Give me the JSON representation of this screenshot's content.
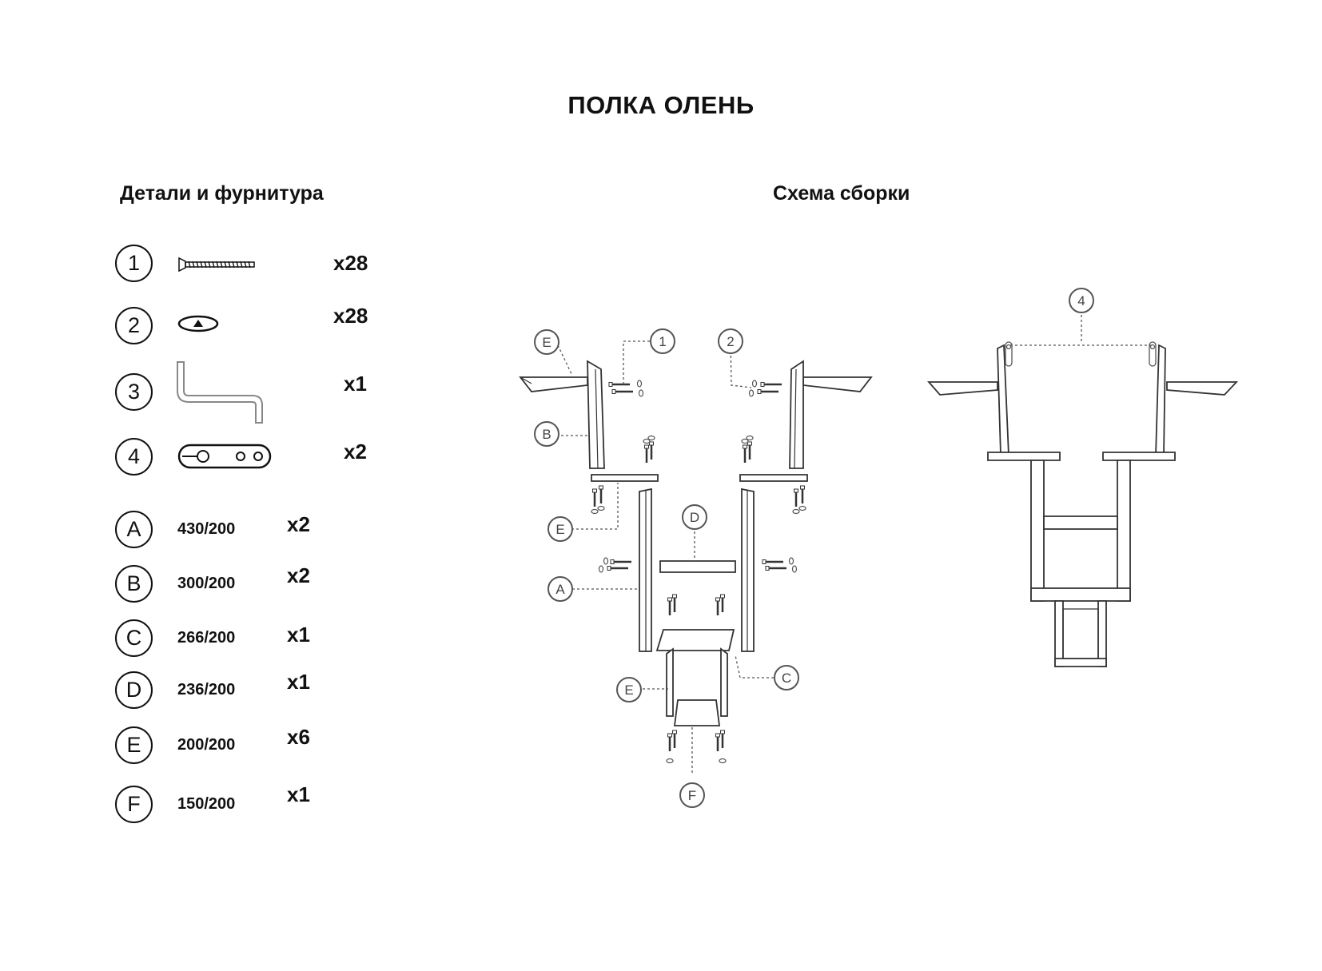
{
  "title": "ПОЛКА ОЛЕНЬ",
  "parts_title": "Детали и фурнитура",
  "scheme_title": "Схема сборки",
  "hardware": [
    {
      "num": "1",
      "icon": "screw-icon",
      "qty": "x28"
    },
    {
      "num": "2",
      "icon": "screw-cap-icon",
      "qty": "x28"
    },
    {
      "num": "3",
      "icon": "hex-key-icon",
      "qty": "x1"
    },
    {
      "num": "4",
      "icon": "hanging-bracket-icon",
      "qty": "x2"
    }
  ],
  "panels": [
    {
      "letter": "A",
      "size": "430/200",
      "qty": "x2"
    },
    {
      "letter": "B",
      "size": "300/200",
      "qty": "x2"
    },
    {
      "letter": "C",
      "size": "266/200",
      "qty": "x1"
    },
    {
      "letter": "D",
      "size": "236/200",
      "qty": "x1"
    },
    {
      "letter": "E",
      "size": "200/200",
      "qty": "x6"
    },
    {
      "letter": "F",
      "size": "150/200",
      "qty": "x1"
    }
  ],
  "callouts": {
    "e_top": "E",
    "one": "1",
    "two": "2",
    "b": "B",
    "e_mid": "E",
    "d": "D",
    "a": "A",
    "c": "C",
    "e_low": "E",
    "f": "F",
    "four": "4"
  }
}
